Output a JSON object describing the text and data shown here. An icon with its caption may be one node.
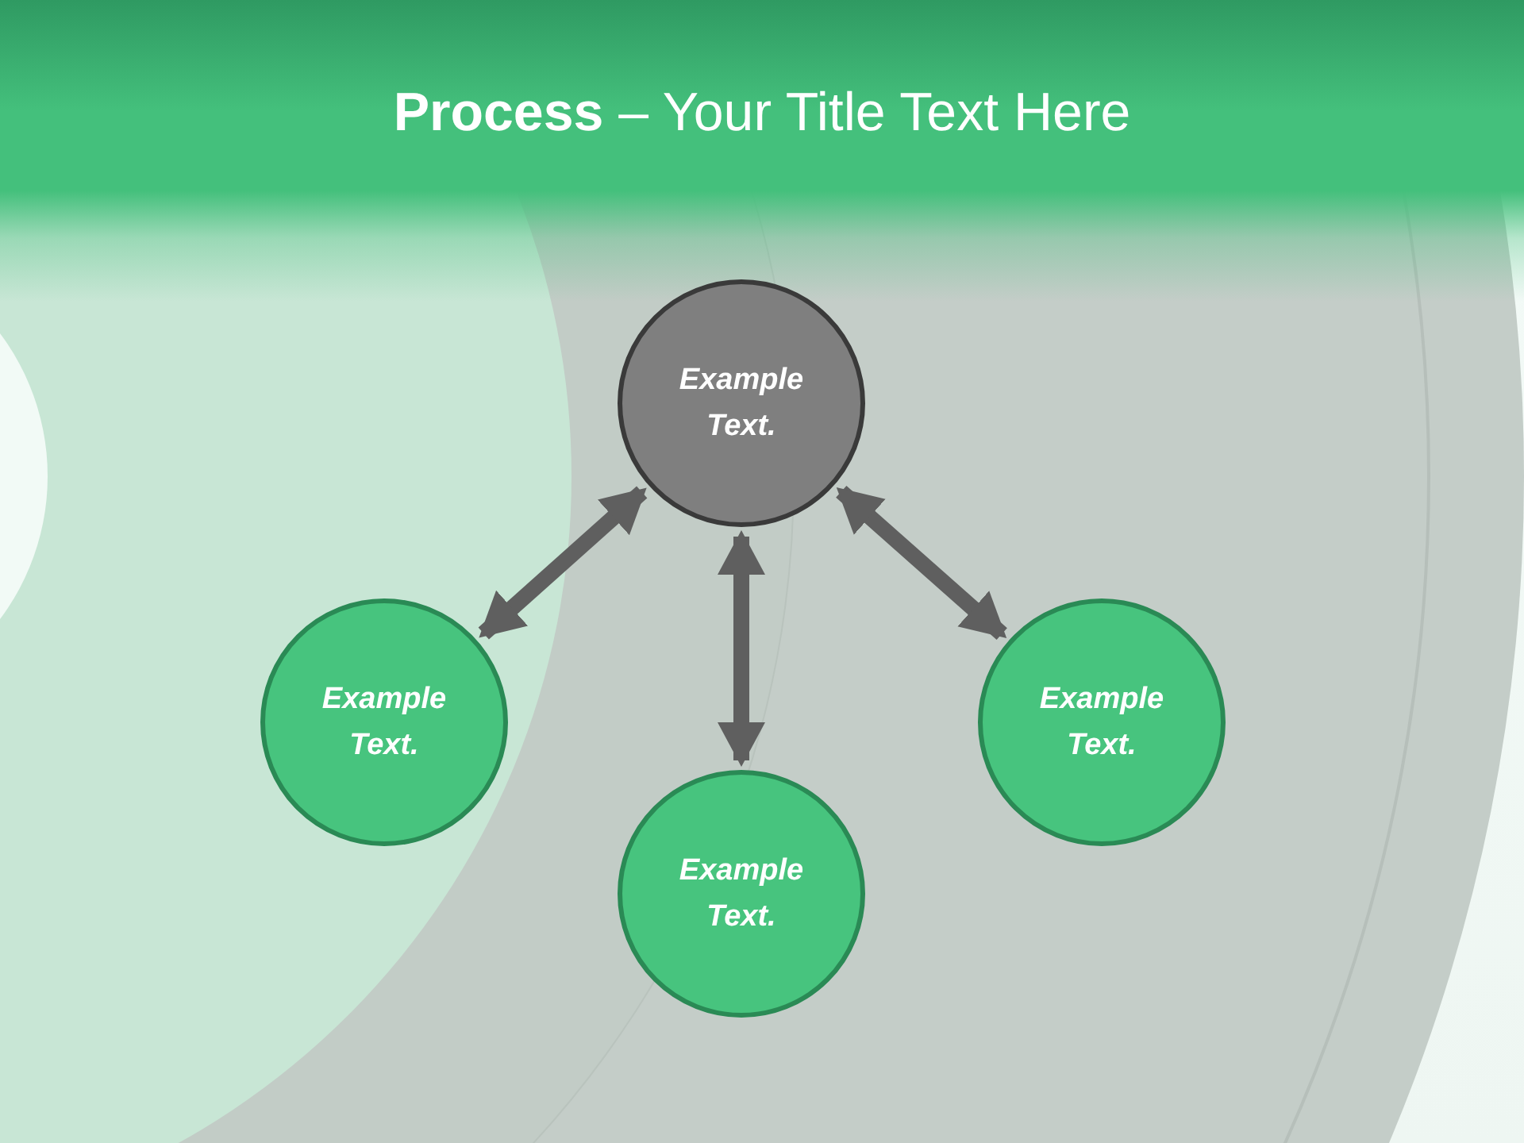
{
  "diagram": {
    "title": "**Process** – Your Title Text Here",
    "nodes": [
      {
        "text": [
          "Example Text."
        ]
      },
      {
        "text": [
          "Example Text."
        ]
      },
      {
        "text": [
          "Example Text."
        ]
      },
      {
        "text": [
          "Example Text."
        ]
      }
    ],
    "edges": [
      {
        "from": 0,
        "to": 1,
        "arrow": "both"
      },
      {
        "from": 0,
        "to": 2,
        "arrow": "both"
      },
      {
        "from": 0,
        "to": 3,
        "arrow": "both"
      }
    ]
  }
}
